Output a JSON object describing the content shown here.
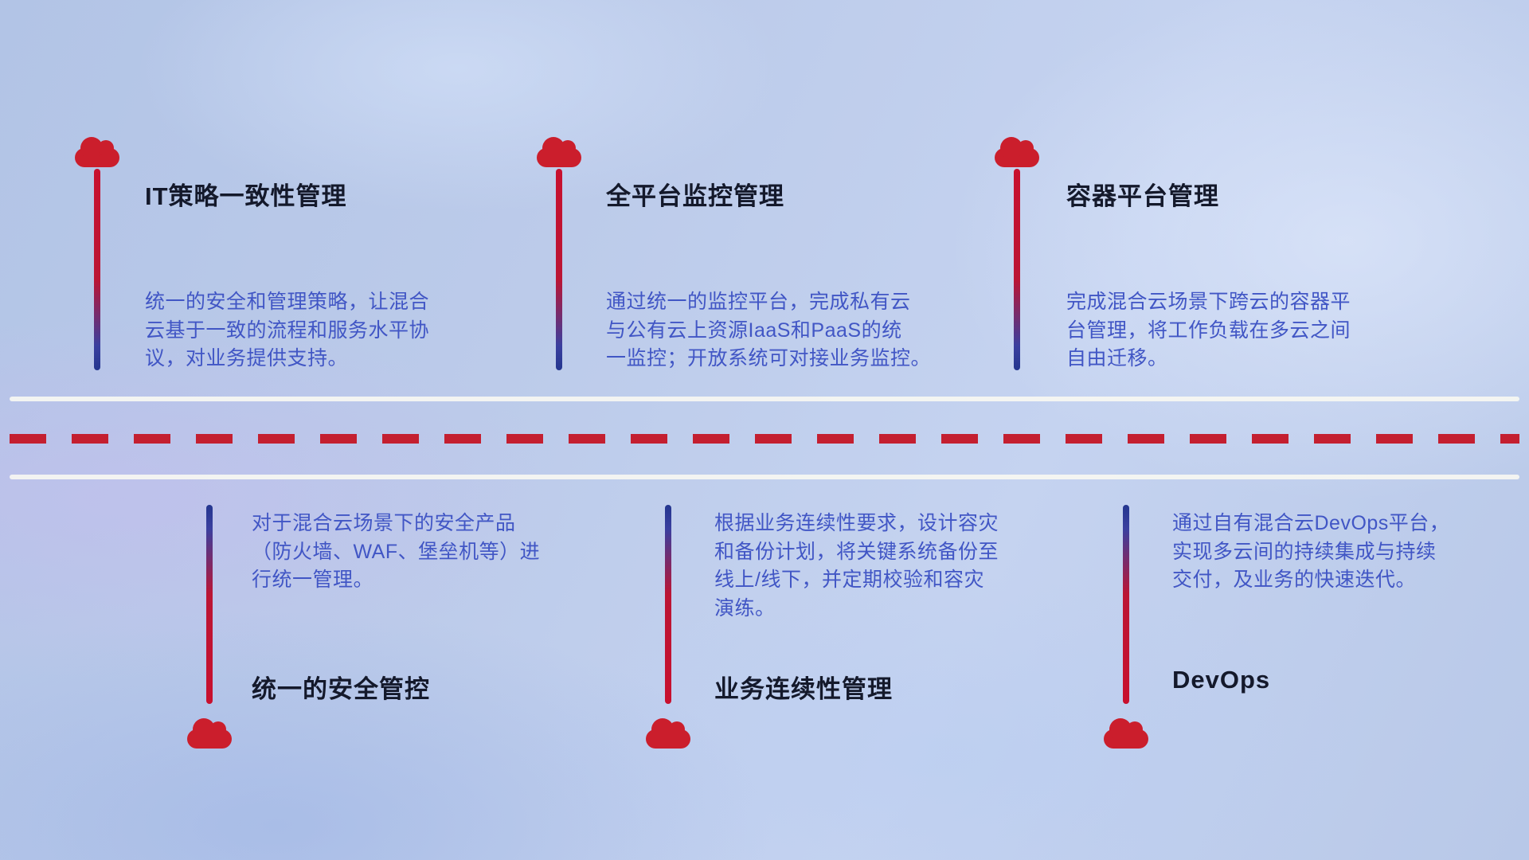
{
  "colors": {
    "accent_red": "#c8102e",
    "line_blue": "#24368f",
    "title_text": "#14192b",
    "body_text": "#4156c5",
    "background_base": "#bccbea",
    "divider_white": "#f7f7f2"
  },
  "icons": {
    "cloud": "cloud-icon"
  },
  "top_items": [
    {
      "title": "IT策略一致性管理",
      "description": "统一的安全和管理策略，让混合\n云基于一致的流程和服务水平协\n议，对业务提供支持。"
    },
    {
      "title": "全平台监控管理",
      "description": "通过统一的监控平台，完成私有云\n与公有云上资源IaaS和PaaS的统\n一监控；开放系统可对接业务监控。"
    },
    {
      "title": "容器平台管理",
      "description": "完成混合云场景下跨云的容器平\n台管理，将工作负载在多云之间\n自由迁移。"
    }
  ],
  "bottom_items": [
    {
      "title": "统一的安全管控",
      "description": "对于混合云场景下的安全产品\n（防火墙、WAF、堡垒机等）进\n行统一管理。"
    },
    {
      "title": "业务连续性管理",
      "description": "根据业务连续性要求，设计容灾\n和备份计划，将关键系统备份至\n线上/线下，并定期校验和容灾\n演练。"
    },
    {
      "title": "DevOps",
      "description": "通过自有混合云DevOps平台，\n实现多云间的持续集成与持续\n交付，及业务的快速迭代。"
    }
  ]
}
